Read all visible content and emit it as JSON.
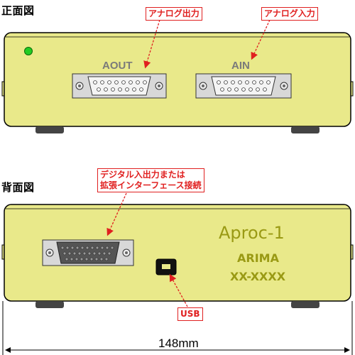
{
  "front": {
    "heading": "正面図",
    "callout_out": "アナログ出力",
    "callout_in": "アナログ入力",
    "aout_label": "AOUT",
    "ain_label": "AIN"
  },
  "back": {
    "heading": "背面図",
    "callout_digital_line1": "デジタル入出力または",
    "callout_digital_line2": "拡張インターフェース接続",
    "product_name": "Aproc-1",
    "maker": "ARIMA",
    "serial": "XX-XXXX",
    "usb_label": "USB"
  },
  "dimension": {
    "width_label": "148mm"
  },
  "colors": {
    "case": "#e9e98a",
    "led": "#22cc22",
    "connector_shell": "#d8d8d8",
    "callout": "#e02020",
    "brand_text": "#9a9a14"
  }
}
